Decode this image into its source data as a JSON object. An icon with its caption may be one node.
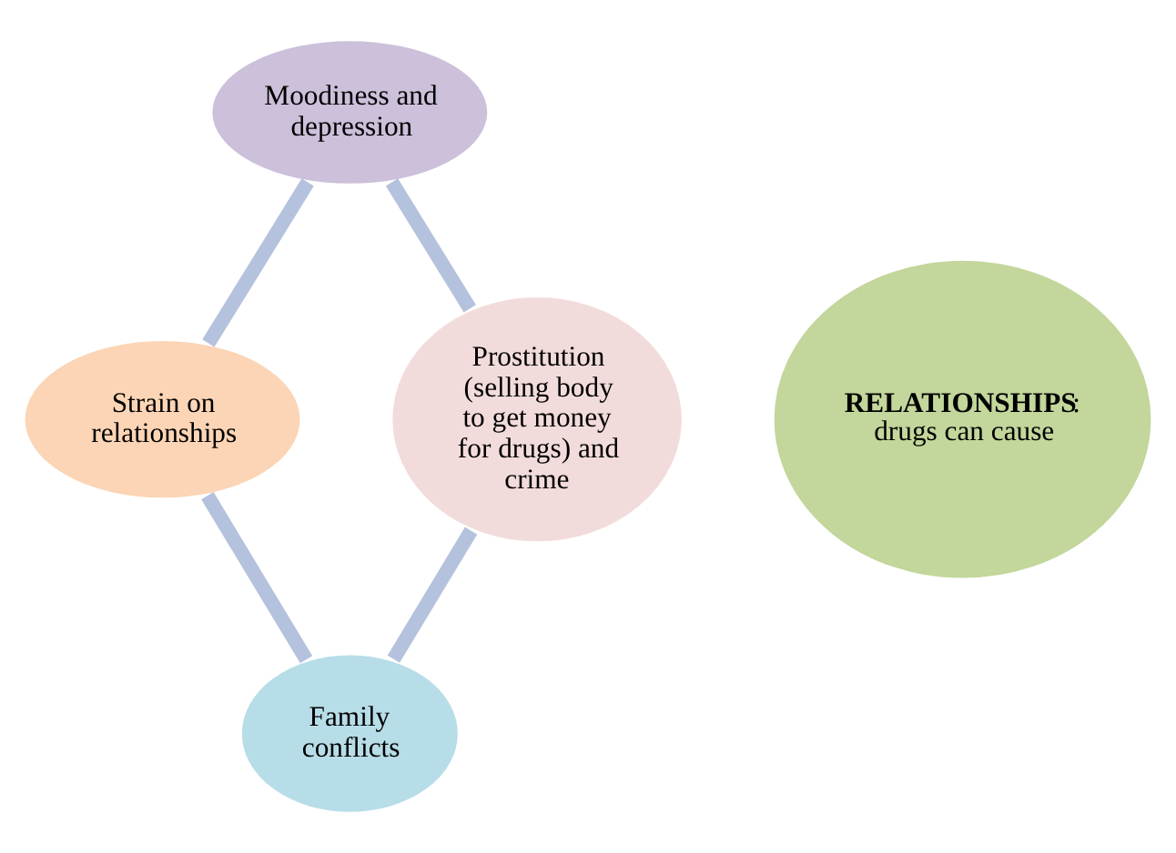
{
  "diagram": {
    "nodes": [
      {
        "text": [
          "Moodiness and depression"
        ]
      },
      {
        "text": [
          "Prostitution (selling body to get money for drugs) and crime"
        ]
      },
      {
        "text": [
          "**RELATIONSHIPS**: drugs can cause"
        ]
      },
      {
        "text": [
          "Strain on relationships"
        ]
      },
      {
        "text": [
          "Family conflicts"
        ]
      }
    ],
    "edges": [
      {
        "from": 0,
        "to": 3,
        "arrow": "none"
      },
      {
        "from": 3,
        "to": 4,
        "arrow": "none"
      },
      {
        "from": 4,
        "to": 1,
        "arrow": "none"
      },
      {
        "from": 1,
        "to": 0,
        "arrow": "none"
      }
    ]
  }
}
